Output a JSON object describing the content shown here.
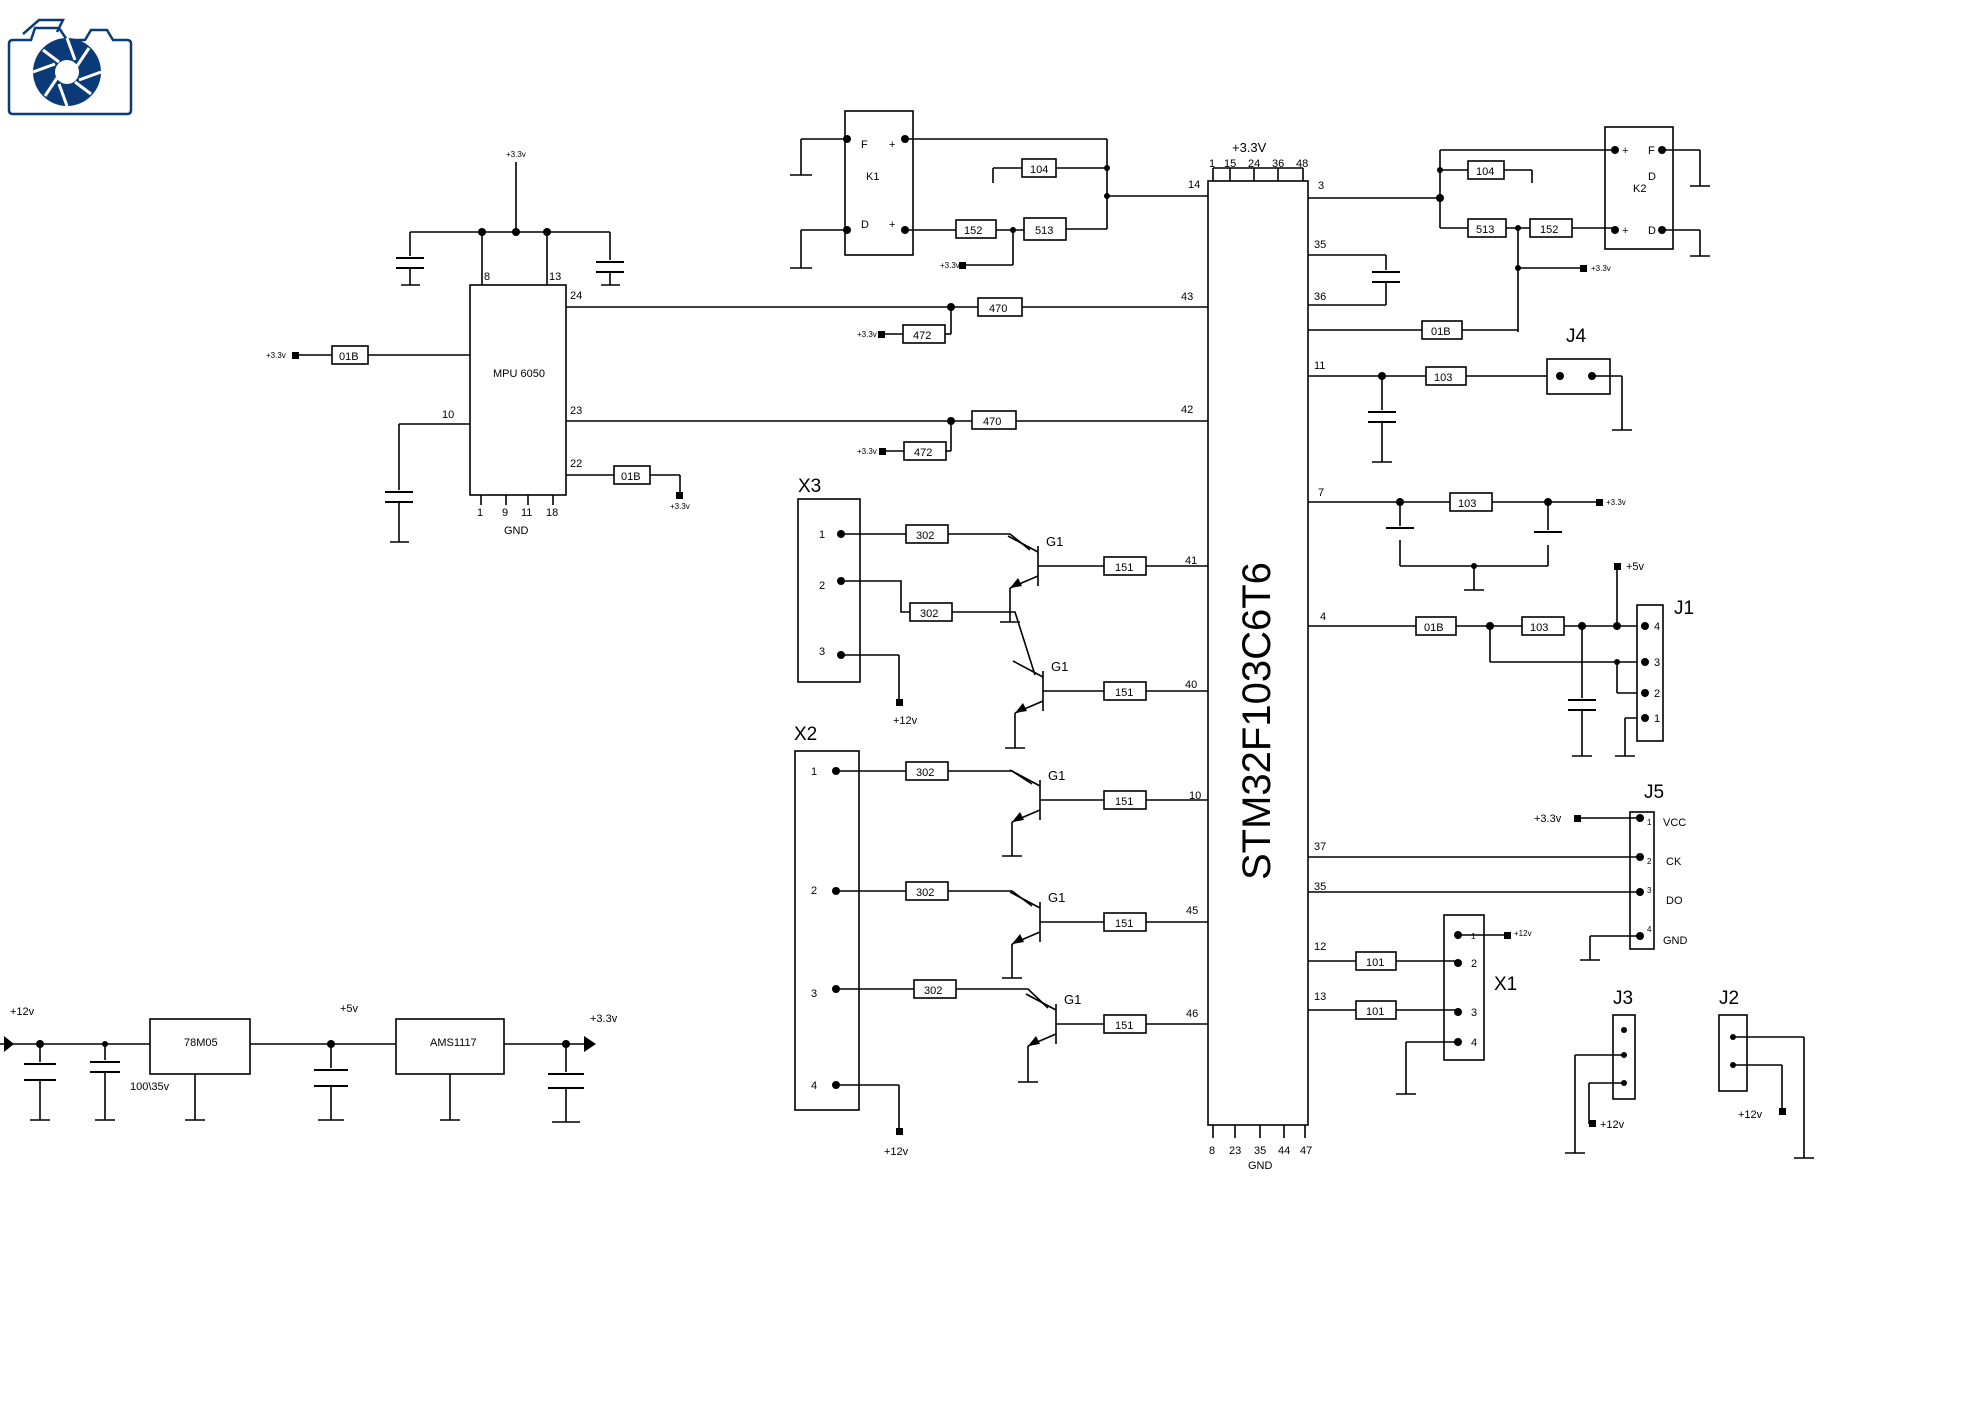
{
  "logo": {
    "icon": "camera-shutter-icon",
    "color": "#0b3a78"
  },
  "mcu": {
    "name": "STM32F103C6T6",
    "supply": "+3.3V",
    "ground": "GND",
    "top_pins": [
      "1",
      "15",
      "24",
      "36",
      "48"
    ],
    "bottom_pins": [
      "8",
      "23",
      "35",
      "44",
      "47"
    ]
  },
  "mpu": {
    "name": "MPU 6050",
    "ground": "GND",
    "supply": "+3.3v",
    "pins": {
      "p8": "8",
      "p13": "13",
      "p24": "24",
      "p23": "23",
      "p22": "22",
      "p10": "10",
      "b1": "1",
      "b9": "9",
      "b11": "11",
      "b18": "18"
    },
    "r_in": "01B",
    "r_out": "01B",
    "r_24": "470",
    "r_23": "470",
    "pull_24": "472",
    "pull_23": "472"
  },
  "k1": {
    "name": "K1",
    "f": "F",
    "d": "D",
    "plus": "+",
    "r104": "104",
    "r152": "152",
    "r513": "513",
    "supply": "+3.3v"
  },
  "k2": {
    "name": "K2",
    "f": "F",
    "d": "D",
    "d_top": "D",
    "plus": "+",
    "r104": "104",
    "r513": "513",
    "r152": "152",
    "r01b": "01B",
    "supply": "+3.3v"
  },
  "pins_left": [
    "14",
    "43",
    "42",
    "41",
    "40",
    "10",
    "45",
    "46"
  ],
  "pins_right": [
    "3",
    "35",
    "36",
    "11",
    "7",
    "4",
    "37",
    "35",
    "12",
    "13"
  ],
  "x3": {
    "name": "X3",
    "pins": [
      "1",
      "2",
      "3"
    ],
    "supply": "+12v"
  },
  "x2": {
    "name": "X2",
    "pins": [
      "1",
      "2",
      "3",
      "4"
    ],
    "supply": "+12v"
  },
  "transistor": "G1",
  "r302": "302",
  "r151": "151",
  "j4": {
    "name": "J4",
    "r103": "103"
  },
  "decoupling": {
    "r103": "103",
    "supply": "+3.3v"
  },
  "j1": {
    "name": "J1",
    "pins": [
      "4",
      "3",
      "2",
      "1"
    ],
    "r01b": "01B",
    "r103": "103",
    "supply": "+5v"
  },
  "j5": {
    "name": "J5",
    "pins": [
      "1",
      "2",
      "3",
      "4"
    ],
    "labels": [
      "VCC",
      "CK",
      "DO",
      "GND"
    ],
    "supply": "+3.3v"
  },
  "x1": {
    "name": "X1",
    "pins": [
      "1",
      "2",
      "3",
      "4"
    ],
    "r101a": "101",
    "r101b": "101",
    "supply": "+12v"
  },
  "j3": {
    "name": "J3",
    "supply": "+12v"
  },
  "j2": {
    "name": "J2",
    "supply": "+12v"
  },
  "power": {
    "in": "+12v",
    "reg1": "78M05",
    "mid": "+5v",
    "reg2": "AMS1117",
    "out": "+3.3v",
    "cap": "100\\35v"
  }
}
